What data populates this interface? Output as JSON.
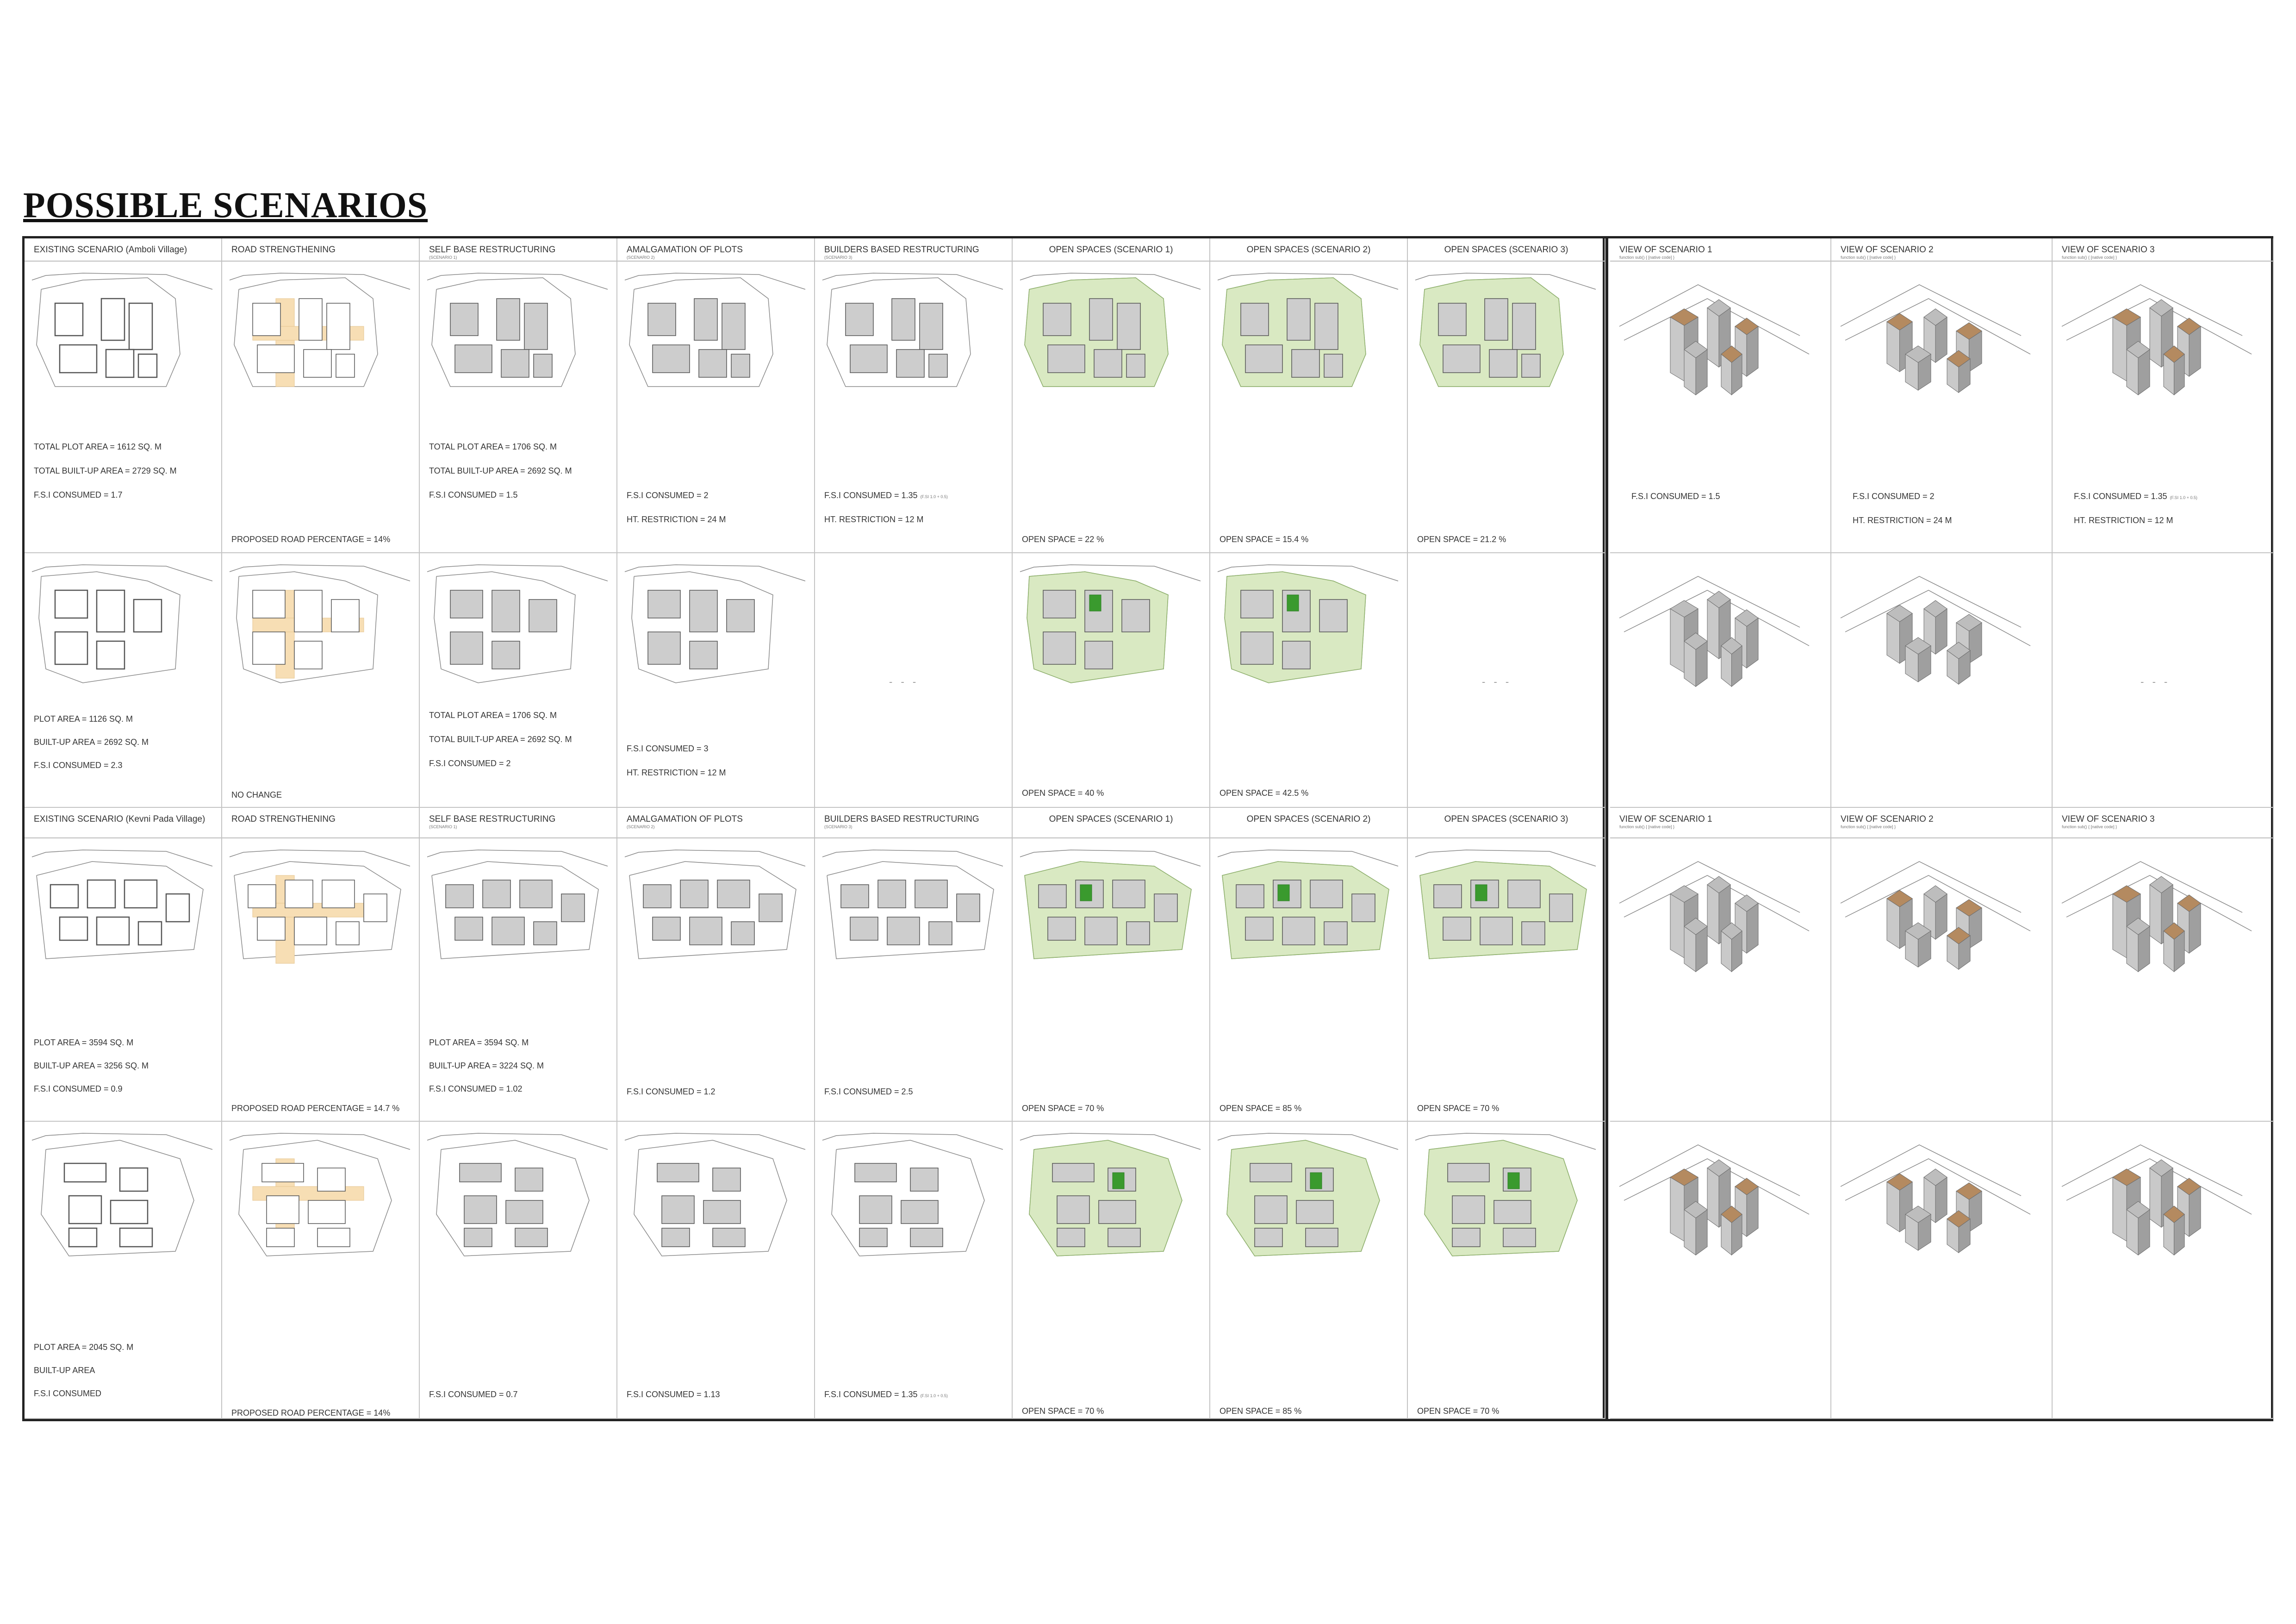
{
  "page_title": "POSSIBLE SCENARIOS",
  "colors": {
    "road": "#f7deb4",
    "open_space": "#d9e9c2",
    "green_block": "#3a9a2e",
    "built": "#cdcdcd",
    "roof": "#b48a60",
    "tower": "#9a9a9a"
  },
  "dash_placeholder": "- - -",
  "headers_top": [
    {
      "label": "EXISTING SCENARIO (Amboli Village)",
      "sub": ""
    },
    {
      "label": "ROAD STRENGTHENING",
      "sub": ""
    },
    {
      "label": "SELF BASE RESTRUCTURING",
      "sub": "(SCENARIO 1)"
    },
    {
      "label": "AMALGAMATION OF PLOTS",
      "sub": "(SCENARIO 2)"
    },
    {
      "label": "BUILDERS BASED RESTRUCTURING",
      "sub": "(SCENARIO 3)"
    },
    {
      "label": "OPEN SPACES (SCENARIO 1)",
      "sub": ""
    },
    {
      "label": "OPEN SPACES (SCENARIO 2)",
      "sub": ""
    },
    {
      "label": "OPEN SPACES (SCENARIO 3)",
      "sub": ""
    }
  ],
  "headers_bottom": [
    {
      "label": "EXISTING SCENARIO (Kevni Pada Village)",
      "sub": ""
    },
    {
      "label": "ROAD STRENGTHENING",
      "sub": ""
    },
    {
      "label": "SELF BASE RESTRUCTURING",
      "sub": "(SCENARIO 1)"
    },
    {
      "label": "AMALGAMATION OF PLOTS",
      "sub": "(SCENARIO 2)"
    },
    {
      "label": "BUILDERS BASED RESTRUCTURING",
      "sub": "(SCENARIO 3)"
    },
    {
      "label": "OPEN SPACES (SCENARIO 1)",
      "sub": ""
    },
    {
      "label": "OPEN SPACES (SCENARIO 2)",
      "sub": ""
    },
    {
      "label": "OPEN SPACES (SCENARIO 3)",
      "sub": ""
    }
  ],
  "view_headers": [
    "VIEW OF SCENARIO 1",
    "VIEW OF SCENARIO 2",
    "VIEW OF SCENARIO 3"
  ],
  "stats": {
    "r1c0": [
      "TOTAL PLOT AREA  =  1612  SQ. M",
      "TOTAL BUILT-UP AREA =  2729 SQ. M",
      "F.S.I CONSUMED = 1.7"
    ],
    "r1c1": [
      "PROPOSED ROAD PERCENTAGE =  14%"
    ],
    "r1c2": [
      "TOTAL PLOT AREA  =  1706  SQ. M",
      "TOTAL BUILT-UP AREA =  2692 SQ. M",
      "F.S.I CONSUMED = 1.5"
    ],
    "r1c3": [
      "F.S.I CONSUMED = 2",
      "HT. RESTRICTION = 24 M"
    ],
    "r1c4": [
      "F.S.I CONSUMED = 1.35",
      "HT. RESTRICTION = 12 M"
    ],
    "r1c4_note": "(F.SI 1.0 + 0.5)",
    "r1c5": [
      "OPEN SPACE = 22 %"
    ],
    "r1c6": [
      "OPEN SPACE = 15.4 %"
    ],
    "r1c7": [
      "OPEN SPACE = 21.2 %"
    ],
    "r2c0": [
      "PLOT AREA  =  1126  SQ. M",
      "BUILT-UP AREA = 2692 SQ. M",
      "F.S.I CONSUMED = 2.3"
    ],
    "r2c1": [
      "NO CHANGE"
    ],
    "r2c2": [
      "TOTAL PLOT AREA  =  1706  SQ. M",
      "TOTAL BUILT-UP AREA =  2692 SQ. M",
      "F.S.I CONSUMED = 2"
    ],
    "r2c3": [
      "F.S.I CONSUMED = 3",
      "HT. RESTRICTION = 12 M"
    ],
    "r2c5": [
      "OPEN SPACE = 40 %"
    ],
    "r2c6": [
      "OPEN SPACE = 42.5 %"
    ],
    "r3c0": [
      "PLOT AREA  =  3594  SQ. M",
      "BUILT-UP AREA = 3256 SQ. M",
      "F.S.I CONSUMED = 0.9"
    ],
    "r3c1": [
      "PROPOSED ROAD PERCENTAGE =  14.7 %"
    ],
    "r3c2": [
      "PLOT AREA  =  3594  SQ. M",
      "BUILT-UP AREA = 3224 SQ. M",
      "F.S.I CONSUMED = 1.02"
    ],
    "r3c3": [
      "F.S.I CONSUMED = 1.2"
    ],
    "r3c4": [
      "F.S.I CONSUMED = 2.5"
    ],
    "r3c5": [
      "OPEN SPACE = 70 %"
    ],
    "r3c6": [
      "OPEN SPACE = 85 %"
    ],
    "r3c7": [
      "OPEN SPACE = 70 %"
    ],
    "r4c0": [
      "PLOT AREA  =  2045  SQ. M",
      "BUILT-UP AREA",
      "F.S.I CONSUMED"
    ],
    "r4c1": [
      "PROPOSED ROAD PERCENTAGE =  14%"
    ],
    "r4c2": [
      "F.S.I CONSUMED = 0.7"
    ],
    "r4c3": [
      "F.S.I CONSUMED = 1.13"
    ],
    "r4c4": [
      "F.S.I CONSUMED = 1.35"
    ],
    "r4c4_note": "(F.SI 1.0 + 0.5)",
    "r4c5": [
      "OPEN SPACE = 70 %"
    ],
    "r4c6": [
      "OPEN SPACE = 85 %"
    ],
    "r4c7": [
      "OPEN SPACE = 70 %"
    ],
    "v1c0": [
      "F.S.I CONSUMED = 1.5"
    ],
    "v1c1": [
      "F.S.I CONSUMED = 2",
      "HT. RESTRICTION = 24 M"
    ],
    "v1c2": [
      "F.S.I CONSUMED = 1.35",
      "HT. RESTRICTION = 12 M"
    ],
    "v1c2_note": "(F.SI 1.0 + 0.5)"
  }
}
